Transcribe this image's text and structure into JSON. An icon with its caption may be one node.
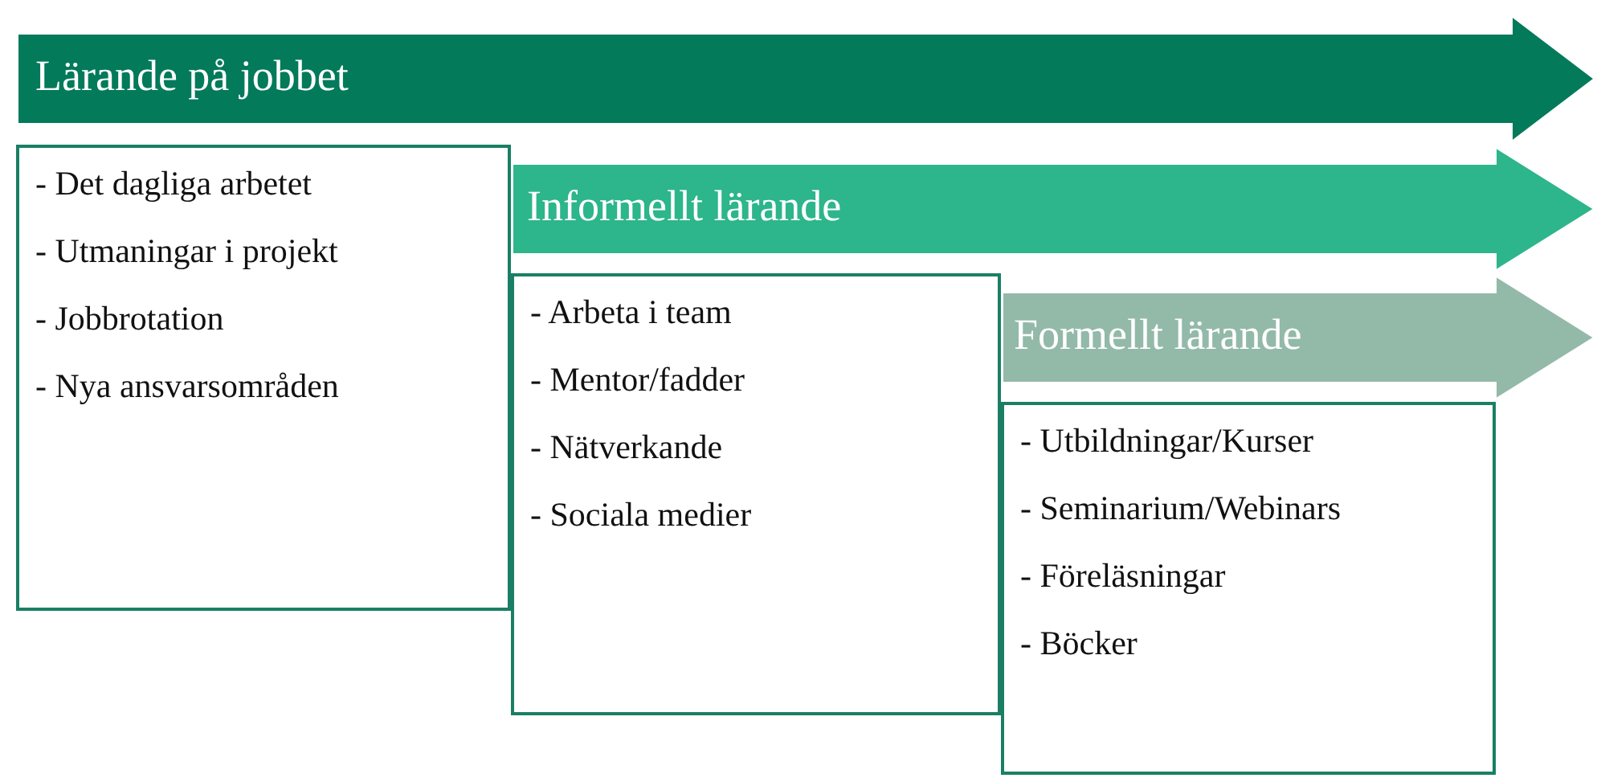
{
  "diagram": {
    "nodes": [
      {
        "text": [
          "Lärande på jobbet"
        ]
      },
      {
        "text": [
          "- Det dagliga arbetet",
          "- Utmaningar i projekt",
          "- Jobbrotation",
          "- Nya ansvarsområden"
        ]
      },
      {
        "text": [
          "Informellt lärande"
        ]
      },
      {
        "text": [
          "- Arbeta i team",
          "- Mentor/fadder",
          "- Nätverkande",
          "- Sociala medier"
        ]
      },
      {
        "text": [
          "Formellt lärande"
        ]
      },
      {
        "text": [
          "- Utbildningar/Kurser",
          "- Seminarium/Webinars",
          "- Föreläsningar",
          "- Böcker"
        ]
      }
    ],
    "edges": []
  }
}
